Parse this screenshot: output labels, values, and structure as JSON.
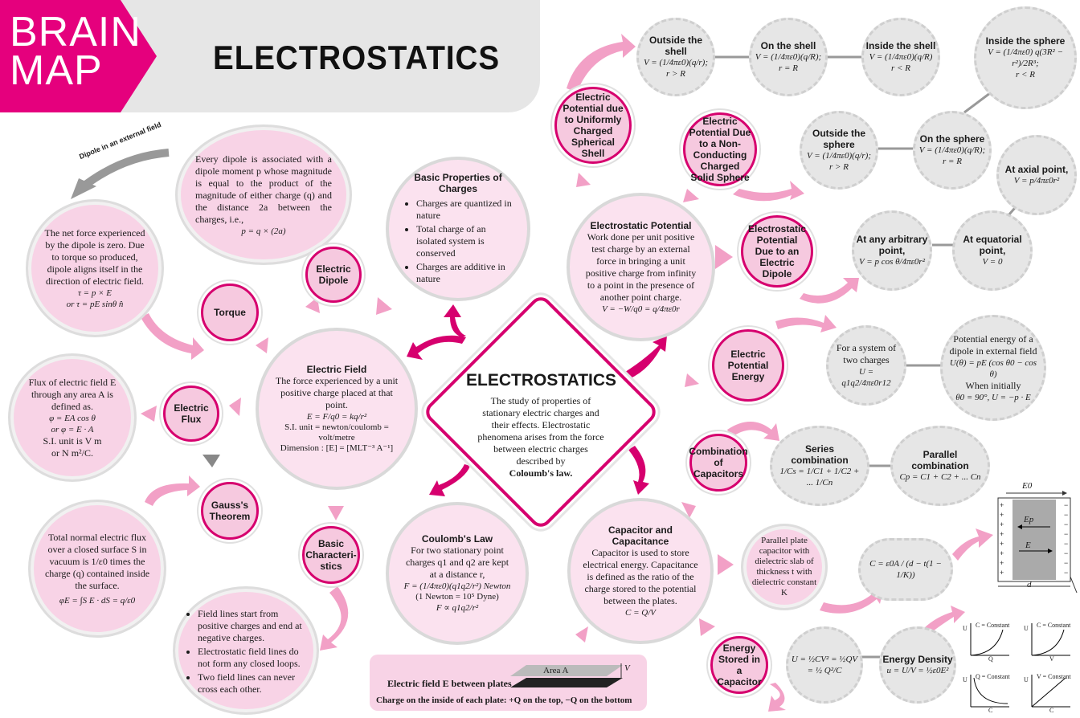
{
  "header": {
    "brain": "BRAIN",
    "map": "MAP",
    "title": "ELECTROSTATICS"
  },
  "center": {
    "title": "ELECTROSTATICS",
    "desc": "The study of properties of stationary electric charges and their effects. Electrostatic phenomena arises from the force between electric charges described by",
    "law": "Coloumb's law."
  },
  "dipole_external": "Dipole in an external field",
  "dipole_desc": {
    "text": "Every dipole is associated with a dipole moment p whose magnitude is equal to the product of the magnitude of either charge (q) and the distance 2a between the charges, i.e.,",
    "formula": "p = q × (2a)"
  },
  "torque_desc": {
    "text": "The net force experienced by the dipole is zero. Due to torque so produced, dipole aligns itself in the direction of electric field.",
    "f1": "τ = p × E",
    "f2": "or  τ = pE sinθ n̂"
  },
  "nodes": {
    "electric_dipole": "Electric Dipole",
    "torque": "Torque",
    "electric_flux": "Electric Flux",
    "gauss": "Gauss's Theorem",
    "basic_char": "Basic Characteri-stics",
    "spherical_shell": "Electric Potential due to Uniformly Charged Spherical Shell",
    "solid_sphere": "Electric Potential Due to a Non-Conducting Charged Solid Sphere",
    "pot_dipole": "Electrostatic Potential Due to an Electric Dipole",
    "pot_energy": "Electric Potential Energy",
    "combination": "Combination of Capacitors",
    "energy_stored": "Energy Stored in a Capacitor"
  },
  "basic_props": {
    "title": "Basic Properties of Charges",
    "items": [
      "Charges are quantized in nature",
      "Total charge of an isolated system is conserved",
      "Charges are additive in nature"
    ]
  },
  "electric_field": {
    "title": "Electric Field",
    "desc": "The force experienced by a unit positive charge placed at that point.",
    "f1": "E = F/q0 = kq/r²",
    "f2": "S.I. unit = newton/coulomb = volt/metre",
    "f3": "Dimension : [E] = [MLT⁻³ A⁻¹]"
  },
  "flux_desc": {
    "l1": "Flux of electric field E through any area A is defined as.",
    "l2": "φ = EA cos θ",
    "l3": "or  φ = E · A",
    "l4": "S.I. unit is V m",
    "l5": "or  N m²/C."
  },
  "gauss_desc": {
    "text": "Total normal electric flux over a closed surface S in vacuum is 1/ε0 times the charge (q) contained inside the surface.",
    "f": "φE = ∫S E · dS = q/ε0"
  },
  "field_lines": {
    "items": [
      "Field lines start from positive charges and end at negative charges.",
      "Electrostatic field lines do not form any closed loops.",
      "Two field lines can never cross each other."
    ]
  },
  "coulomb": {
    "title": "Coulomb's Law",
    "desc": "For two stationary point charges q1 and q2 are kept at a distance r,",
    "f1": "F = (1/4πε0)(q1q2/r²) Newton",
    "f2": "(1 Newton = 10⁵ Dyne)",
    "f3": "F ∝ q1q2/r²"
  },
  "potential": {
    "title": "Electrostatic Potential",
    "desc": "Work done per unit positive test charge by an external force in bringing a unit positive charge from infinity to a point in the presence of another point charge.",
    "f": "V = −W/q0 = q/4πε0r"
  },
  "shell": [
    {
      "title": "Outside the shell",
      "f": "V = (1/4πε0)(q/r);",
      "c": "r > R"
    },
    {
      "title": "On the shell",
      "f": "V = (1/4πε0)(q/R);",
      "c": "r = R"
    },
    {
      "title": "Inside the shell",
      "f": "V = (1/4πε0)(q/R)",
      "c": "r < R"
    }
  ],
  "sphere": [
    {
      "title": "Outside the sphere",
      "f": "V = (1/4πε0)(q/r);",
      "c": "r > R"
    },
    {
      "title": "On the sphere",
      "f": "V = (1/4πε0)(q/R);",
      "c": "r = R"
    },
    {
      "title": "Inside the sphere",
      "f": "V = (1/4πε0) q(3R² − r²)/2R³;",
      "c": "r < R"
    }
  ],
  "dipole_pot": {
    "axial": {
      "title": "At axial point,",
      "f": "V = p/4πε0r²"
    },
    "arbitrary": {
      "title": "At any arbitrary point,",
      "f": "V = p cos θ/4πε0r²"
    },
    "equatorial": {
      "title": "At equatorial point,",
      "f": "V = 0"
    }
  },
  "energy": {
    "two": {
      "l1": "For a system of two charges",
      "f": "U = q1q2/4πε0r12"
    },
    "dipole": {
      "l1": "Potential energy of a dipole in external field",
      "f1": "U(θ) = pE (cos θ0 − cos θ)",
      "l2": "When initially",
      "f2": "θ0 = 90°,  U = −p · E"
    }
  },
  "series": {
    "title": "Series combination",
    "f": "1/Cs = 1/C1 + 1/C2 + ... 1/Cn"
  },
  "parallel": {
    "title": "Parallel combination",
    "f": "Cp = C1 + C2 + ... Cn"
  },
  "capacitor": {
    "title": "Capacitor and Capacitance",
    "desc": "Capacitor is used to store electrical energy. Capacitance is defined as the ratio of the charge stored to the potential between the plates.",
    "f": "C = Q/V"
  },
  "slab": {
    "desc": "Parallel plate capacitor with dielectric slab of thickness t with dielectric constant K",
    "f": "C = ε0A / (d − t(1 − 1/K))"
  },
  "slab_fig": {
    "e0": "E0",
    "ep": "Ep",
    "e": "E",
    "d": "d"
  },
  "energy_stored": {
    "f1": "U = ½CV² = ½QV",
    "f2": "= ½ Q²/C"
  },
  "energy_density": {
    "title": "Energy Density",
    "f": "u = U/V = ½ε0E²"
  },
  "graphs": [
    {
      "label": "C = Constant",
      "y": "U",
      "x": "Q"
    },
    {
      "label": "C = Constant",
      "y": "U",
      "x": "V"
    },
    {
      "label": "Q = Constant",
      "y": "U",
      "x": "C"
    },
    {
      "label": "V = Constant",
      "y": "U",
      "x": "C"
    }
  ],
  "plates": {
    "area": "Area A",
    "v": "V",
    "label": "Electric field E between plates",
    "charge": "Charge on the inside of each plate: +Q on the top, −Q on the bottom"
  },
  "colors": {
    "accent": "#d6006e",
    "bubble": "#f8d3e6",
    "grey": "#e6e6e6",
    "arrow": "#f4a6c9"
  }
}
